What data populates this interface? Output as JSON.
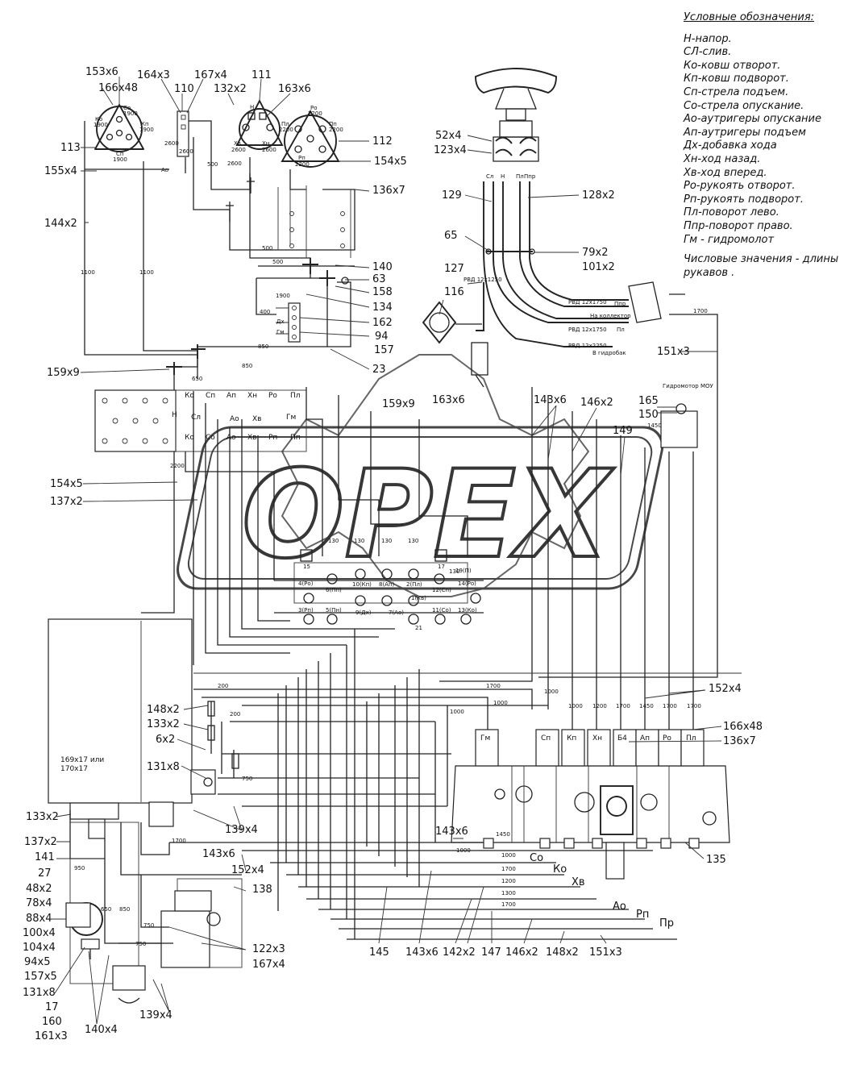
{
  "legend": {
    "title": "Условные обозначения:",
    "items": [
      "Н-напор.",
      "СЛ-слив.",
      "Ко-ковш отворот.",
      "Кп-ковш подворот.",
      "Сп-стрела подъем.",
      "Со-стрела опускание.",
      "Ао-аутригеры опускание",
      "Ап-аутригеры подъем",
      "Дх-добавка хода",
      "Хн-ход назад.",
      "Хв-ход вперед.",
      "Ро-рукоять отворот.",
      "Рп-рукоять подворот.",
      "Пл-поворот лево.",
      "Ппр-поворот право.",
      "Гм - гидромолот"
    ],
    "note": "Числовые значения - длины рукавов ."
  },
  "watermark": "OPEX",
  "top_labels": [
    "153х6",
    "166х48",
    "164х3",
    "167х4",
    "110",
    "132х2",
    "111",
    "163х6",
    "113",
    "155х4",
    "112",
    "154х5",
    "136х7",
    "144х2",
    "140",
    "63",
    "158",
    "134",
    "162",
    "94",
    "157",
    "23",
    "159х9",
    "52х4",
    "123х4",
    "129",
    "128х2",
    "65",
    "79х2",
    "101х2",
    "127",
    "116",
    "151х3"
  ],
  "mid_labels": [
    "159х9",
    "163х6",
    "143х6",
    "146х2",
    "165",
    "150",
    "149",
    "154х5",
    "137х2"
  ],
  "bottom_labels": [
    "148х2",
    "133х2",
    "6х2",
    "131х8",
    "152х4",
    "166х48",
    "136х7",
    "169х17 или",
    "170х17",
    "133х2",
    "137х2",
    "141",
    "27",
    "48х2",
    "78х4",
    "88х4",
    "100х4",
    "104х4",
    "94х5",
    "157х5",
    "131х8",
    "17",
    "160",
    "161х3",
    "140х4",
    "139х4",
    "143х6",
    "139х4",
    "152х4",
    "138",
    "122х3",
    "167х4",
    "143х6",
    "135",
    "145",
    "143х6",
    "142х2",
    "147",
    "146х2",
    "148х2",
    "151х3"
  ],
  "valve_sections": [
    "Гм",
    "Сп",
    "Кп",
    "Хн",
    "Б4",
    "Ап",
    "Ро",
    "Пл"
  ],
  "line_marks": [
    "Со",
    "Ко",
    "Хв",
    "Ао",
    "Рп",
    "Пр"
  ],
  "panel_top_row": [
    "Ко",
    "Сп",
    "Ап",
    "Хн",
    "Ро",
    "Пл"
  ],
  "panel_mid_row": [
    "Н",
    "Сл",
    "Ао",
    "Хв",
    "Гм"
  ],
  "panel_bot_row": [
    "Ко",
    "Со",
    "Ао",
    "Хв",
    "Рп",
    "Пп"
  ],
  "port_labels": [
    "15",
    "17",
    "4(Ро)",
    "6(Пп)",
    "10(Кп)",
    "8(Ап)",
    "2(Пл)",
    "12(Сп)",
    "19(П)",
    "14(Ро)",
    "3(Рп)",
    "5(Пн)",
    "9(Дх)",
    "7(Ао)",
    "1(Хв)",
    "11(Со)",
    "13(Ко)",
    "21"
  ],
  "joystick_left": {
    "codes": [
      "Ко",
      "Кп",
      "Со",
      "Сп"
    ],
    "lengths": [
      "1900",
      "1900",
      "1900"
    ]
  },
  "joystick_right": {
    "codes": [
      "Ро",
      "Рп",
      "Пл",
      "Пп",
      "Хв",
      "Хн",
      "Сл"
    ],
    "lengths": [
      "2200",
      "2200",
      "2200",
      "2200",
      "2600",
      "2600"
    ]
  },
  "pedal_codes": [
    "Сл",
    "Н",
    "Пл",
    "Ппр"
  ],
  "hose_notes": [
    "РВД 12х1750",
    "РВД 12х1750",
    "РВД 12х2250",
    "РВД 12х1250",
    "На коллектор",
    "В гидробак",
    "Ппр",
    "Пл"
  ],
  "hydromotor": "Гидромотор МОУ",
  "small_codes": [
    "Дх",
    "Гм",
    "Ао"
  ],
  "lengths": [
    "500",
    "500",
    "500",
    "400",
    "850",
    "850",
    "650",
    "1100",
    "1100",
    "2200",
    "1700",
    "1450",
    "1700",
    "1000",
    "1000",
    "1000",
    "1200",
    "1700",
    "1450",
    "1700",
    "1700",
    "1000",
    "1450",
    "1000",
    "1700",
    "1200",
    "1300",
    "1700",
    "1000",
    "200",
    "200",
    "950",
    "650",
    "850",
    "750",
    "750",
    "750",
    "1700",
    "130",
    "130",
    "130",
    "130",
    "130",
    "2600",
    "2600",
    "2600",
    "1900"
  ]
}
